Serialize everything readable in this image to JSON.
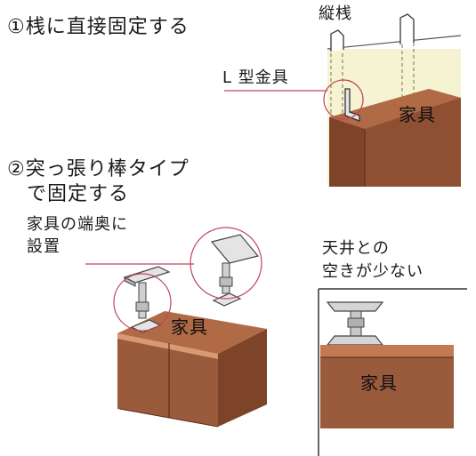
{
  "section1": {
    "title": "①桟に直接固定する",
    "stud_label": "縦桟",
    "bracket_label": "L 型金具",
    "furniture_label": "家具"
  },
  "section2": {
    "title_line1": "②突っ張り棒タイプ",
    "title_line2": "で固定する",
    "note_line1": "家具の端奥に",
    "note_line2": "設置",
    "furniture_label": "家具"
  },
  "section3": {
    "note_line1": "天井との",
    "note_line2": "空きが少ない",
    "furniture_label": "家具"
  },
  "colors": {
    "furniture_front": "#9a5a3c",
    "furniture_top": "#b06a45",
    "furniture_side": "#7d4429",
    "leader_line": "#c0475a",
    "wall_stud_fill": "#f3f0c8",
    "pole_metal": "#c8c8c8"
  }
}
